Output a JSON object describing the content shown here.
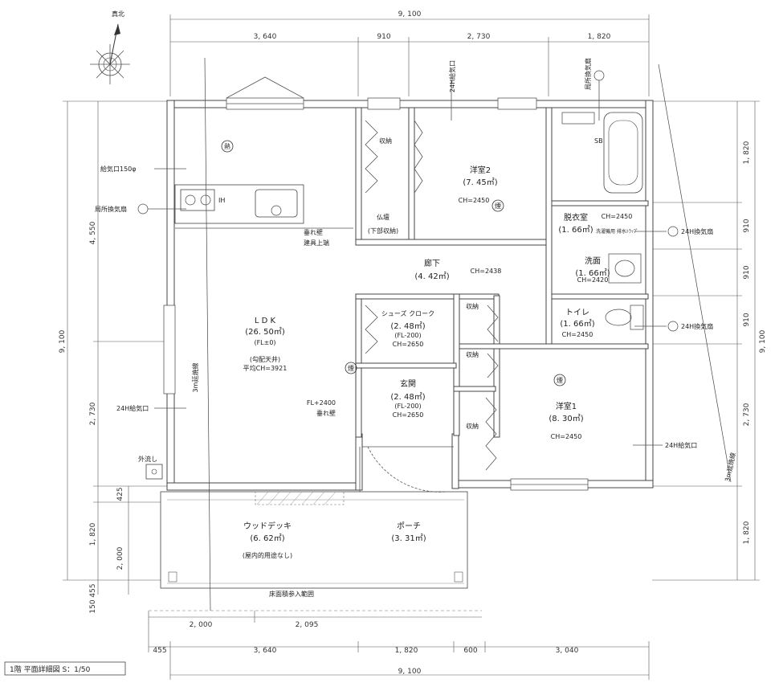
{
  "compass": {
    "label": "真北"
  },
  "dimensions": {
    "top_total": "9, 100",
    "top_parts": [
      "3, 640",
      "910",
      "2, 730",
      "1, 820"
    ],
    "left_total": "9, 100",
    "left_parts": [
      "4, 550",
      "2, 730",
      "425",
      "1, 820",
      "150 455"
    ],
    "left_inner": "2, 000",
    "right_total": "9, 100",
    "right_parts": [
      "1, 820",
      "910",
      "910",
      "910",
      "2, 730",
      "1, 820"
    ],
    "bottom_row1": [
      "2, 000",
      "2, 095"
    ],
    "bottom_row2": [
      "455",
      "3, 640",
      "1, 820",
      "600",
      "3, 040"
    ],
    "bottom_total": "9, 100"
  },
  "rooms": {
    "ldk": {
      "name": "L D K",
      "area": "(26. 50㎡)",
      "fl": "(FL±0)",
      "ceiling": "(勾配天井)",
      "avg": "平均CH=3921"
    },
    "western2": {
      "name": "洋室2",
      "area": "(7. 45㎡)",
      "ch": "CH=2450"
    },
    "western1": {
      "name": "洋室1",
      "area": "(8. 30㎡)",
      "ch": "CH=2450"
    },
    "hall": {
      "name": "廊下",
      "area": "(4. 42㎡)",
      "ch": "CH=2438"
    },
    "dressing": {
      "name": "脱衣室",
      "area": "(1. 66㎡)",
      "ch": "CH=2450",
      "note": "洗濯機用\n排水ﾄﾗｯﾌﾟ"
    },
    "washroom": {
      "name": "洗面",
      "area": "(1. 66㎡)",
      "ch": "CH=2420"
    },
    "toilet": {
      "name": "トイレ",
      "area": "(1. 66㎡)",
      "ch": "CH=2450"
    },
    "shoe_cloak": {
      "name": "シューズ クローク",
      "area": "(2. 48㎡)",
      "fl": "(FL-200)",
      "ch": "CH=2650"
    },
    "entrance": {
      "name": "玄関",
      "area": "(2. 48㎡)",
      "fl": "(FL-200)",
      "ch": "CH=2650"
    },
    "butsudan": {
      "name": "仏壇",
      "sub": "(下部収納)"
    },
    "wood_deck": {
      "name": "ウッドデッキ",
      "area": "(6. 62㎡)",
      "note": "(屋内的用途なし)"
    },
    "porch": {
      "name": "ポーチ",
      "area": "(3. 31㎡)"
    }
  },
  "labels": {
    "storage": "収納",
    "sb": "SB",
    "ih": "IH",
    "heat": "熱",
    "smoke": "煙",
    "hanging_wall": "垂れ壁",
    "fixture_top": "建具上端",
    "fl2400": "FL+2400",
    "hanging_wall2": "垂れ壁",
    "extension_line": "3m延焼線",
    "outdoor_sink": "外流し",
    "floor_area_note": "床面積参入範囲",
    "supply150": "給気口150φ",
    "local_fan_left": "局所換気扇",
    "supply24_left": "24H給気口",
    "exhaust24_top": "24H給気口",
    "local_fan_top": "局所換気扇",
    "fan24_1": "24H換気扇",
    "fan24_2": "24H換気扇",
    "supply24_right": "24H給気口"
  },
  "title_block": "1階  平面詳細図  S：1/50"
}
